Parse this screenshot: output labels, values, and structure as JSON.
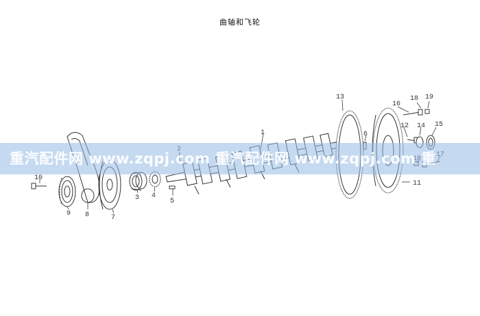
{
  "title": "曲轴和飞轮",
  "watermark": "重汽配件网 www.zqpj.com 重汽配件网 www.zqpj.com 重",
  "callouts": [
    {
      "id": "c1",
      "label": "1"
    },
    {
      "id": "c2",
      "label": "2"
    },
    {
      "id": "c3",
      "label": "3"
    },
    {
      "id": "c4",
      "label": "4"
    },
    {
      "id": "c5",
      "label": "5"
    },
    {
      "id": "c6",
      "label": "6"
    },
    {
      "id": "c7",
      "label": "7"
    },
    {
      "id": "c8",
      "label": "8"
    },
    {
      "id": "c9",
      "label": "9"
    },
    {
      "id": "c10",
      "label": "10"
    },
    {
      "id": "c11",
      "label": "11"
    },
    {
      "id": "c12",
      "label": "12"
    },
    {
      "id": "c13",
      "label": "13"
    },
    {
      "id": "c14",
      "label": "14"
    },
    {
      "id": "c15",
      "label": "15"
    },
    {
      "id": "c16",
      "label": "16"
    },
    {
      "id": "c17",
      "label": "17"
    },
    {
      "id": "c18a",
      "label": "18"
    },
    {
      "id": "c18b",
      "label": "18"
    },
    {
      "id": "c19",
      "label": "19"
    }
  ]
}
